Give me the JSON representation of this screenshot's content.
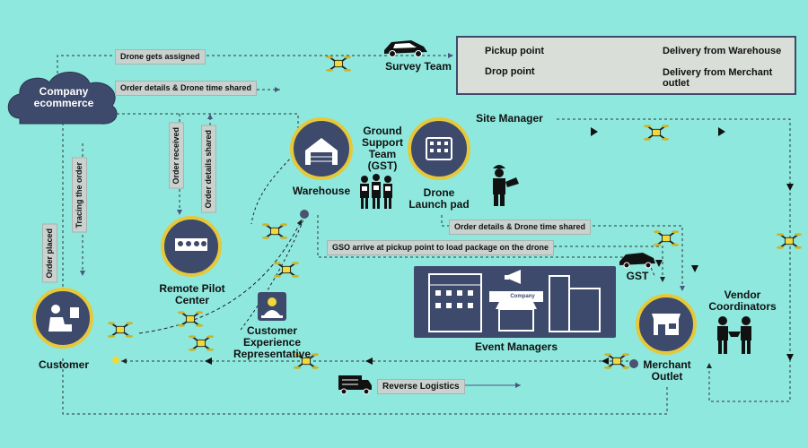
{
  "legend": {
    "pickup": "Pickup point",
    "drop": "Drop point",
    "delivery_warehouse": "Delivery from Warehouse",
    "delivery_merchant": "Delivery from Merchant outlet"
  },
  "colors": {
    "pickup": "#4a5270",
    "drop": "#f0d93a",
    "navy": "#3e4a6b",
    "ring": "#e5c93a",
    "background": "#8ee8de"
  },
  "nodes": {
    "company": "Company ecommerce",
    "warehouse": "Warehouse",
    "gst_title": "Ground Support Team (GST)",
    "launch_pad": "Drone Launch pad",
    "survey": "Survey Team",
    "site_manager": "Site Manager",
    "remote_pilot": "Remote Pilot Center",
    "customer": "Customer",
    "cx_rep": "Customer Experience Representative",
    "event_managers": "Event Managers",
    "gst_small": "GST",
    "vendor": "Vendor Coordinators",
    "merchant": "Merchant Outlet",
    "company_banner": "Company"
  },
  "labels": {
    "drone_assigned": "Drone gets assigned",
    "order_details_top": "Order details & Drone time shared",
    "order_received": "Order received",
    "order_details_shared": "Order details shared",
    "order_placed": "Order placed",
    "tracing": "Tracing the order",
    "order_details_right": "Order details & Drone time shared",
    "gso_arrive": "GSO arrive at pickup point to load package on the drone",
    "reverse_logistics": "Reverse Logistics"
  },
  "icons": [
    "cloud-icon",
    "warehouse-icon",
    "launch-pad-icon",
    "survey-car-icon",
    "drone-icon",
    "worker-icon",
    "gst-team-icon",
    "pilot-center-icon",
    "customer-icon",
    "cx-rep-icon",
    "building-icon",
    "store-icon",
    "truck-icon",
    "handshake-icon",
    "megaphone-icon"
  ]
}
